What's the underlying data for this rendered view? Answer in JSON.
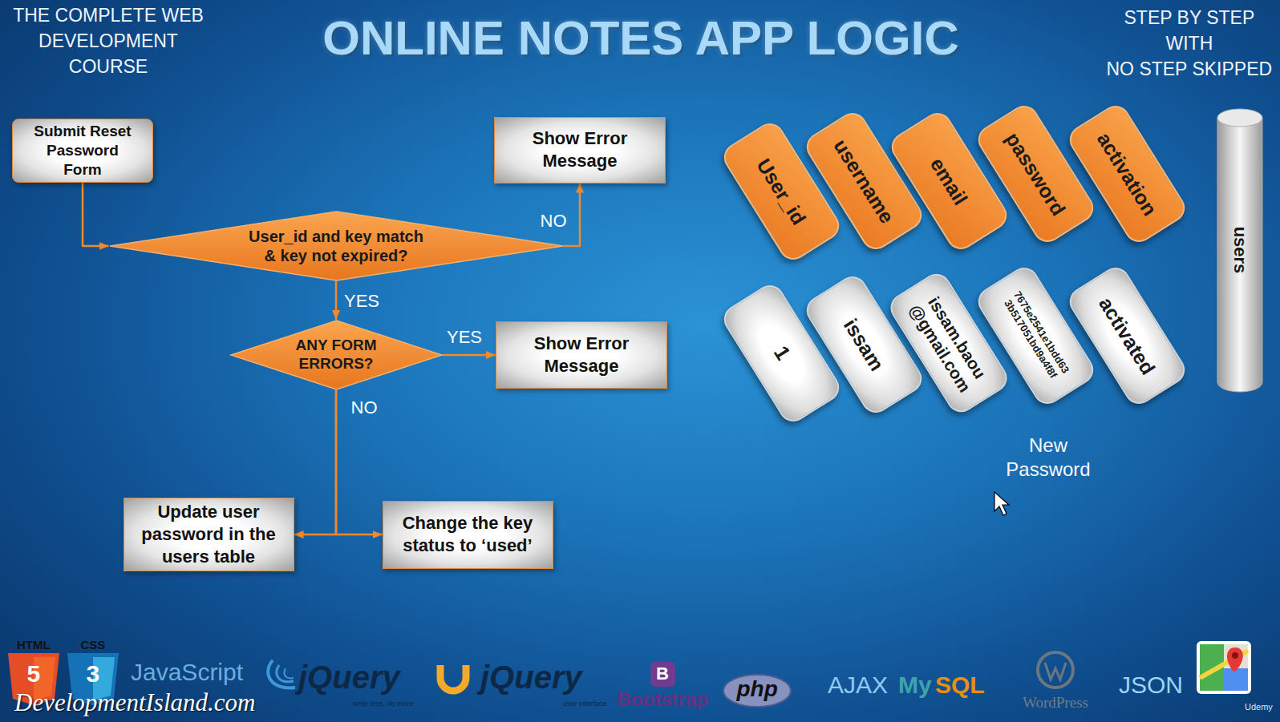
{
  "diagram": {
    "title": "ONLINE NOTES APP LOGIC",
    "nodes": [
      {
        "text": [
          "Submit Reset Password Form"
        ]
      },
      {
        "text": [
          "User_id and key match & key not expired?"
        ]
      },
      {
        "text": [
          "Show Error Message"
        ]
      },
      {
        "text": [
          "ANY FORM ERRORS?"
        ]
      },
      {
        "text": [
          "Show Error Message"
        ]
      },
      {
        "text": [
          "Update user password in the users table"
        ]
      },
      {
        "text": [
          "Change the key status to ‘used’"
        ]
      },
      {
        "text": [
          "User_id"
        ]
      },
      {
        "text": [
          "username"
        ]
      },
      {
        "text": [
          "email"
        ]
      },
      {
        "text": [
          "password"
        ]
      },
      {
        "text": [
          "activation"
        ]
      },
      {
        "text": [
          "1"
        ]
      },
      {
        "text": [
          "issam"
        ]
      },
      {
        "text": [
          "issam.baou @gmail.com"
        ]
      },
      {
        "text": [
          "7675e2541e1bdd63 3b517051bd9a4f8f"
        ]
      },
      {
        "text": [
          "activated"
        ]
      },
      {
        "text": [
          "users"
        ]
      }
    ],
    "edges": [
      {
        "from": 0,
        "to": 1,
        "arrow": "to"
      },
      {
        "from": 1,
        "to": 2,
        "label": "NO",
        "arrow": "to"
      },
      {
        "from": 1,
        "to": 3,
        "label": "YES",
        "arrow": "to"
      },
      {
        "from": 3,
        "to": 4,
        "label": "YES",
        "arrow": "to"
      },
      {
        "from": 3,
        "to": 5,
        "label": "NO",
        "arrow": "to"
      },
      {
        "from": 3,
        "to": 6,
        "arrow": "to"
      }
    ],
    "labels": [
      "THE COMPLETE WEB DEVELOPMENT COURSE",
      "STEP BY STEP",
      "WITH",
      "NO STEP SKIPPED",
      "New Password",
      "HTML",
      "CSS",
      "5",
      "3",
      "JavaScript",
      "jQuery",
      "write less, do more",
      "jQuery",
      "user interface",
      "B",
      "Bootstrap",
      "php",
      "AJAX",
      "My",
      "SQL",
      "WordPress",
      "JSON",
      "DevelopmentIsland.com",
      "Udemy"
    ]
  }
}
